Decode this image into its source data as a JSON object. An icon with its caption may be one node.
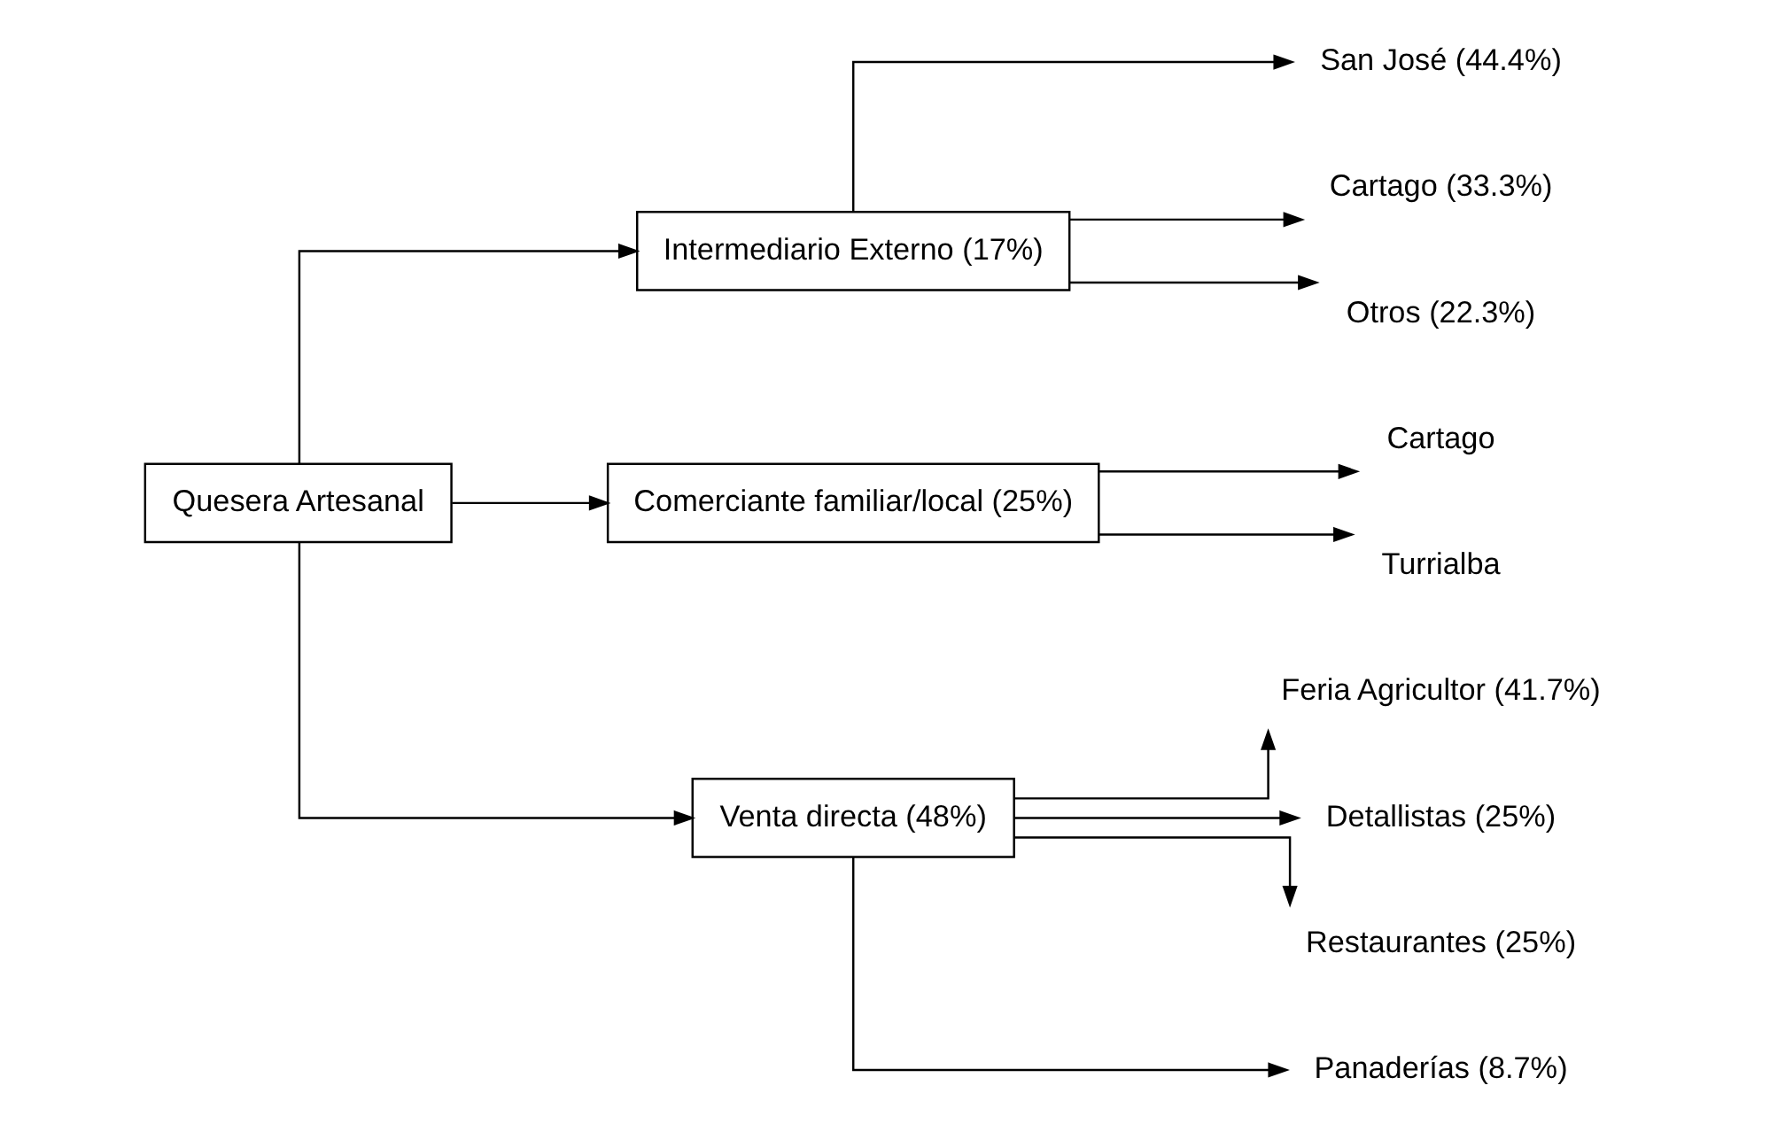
{
  "diagram": {
    "nodes": [
      {
        "text": [
          "Quesera Artesanal"
        ]
      },
      {
        "text": [
          "Intermediario Externo (17%)"
        ]
      },
      {
        "text": [
          "Comerciante familiar/local (25%)"
        ]
      },
      {
        "text": [
          "Venta directa (48%)"
        ]
      },
      {
        "text": [
          "San José (44.4%)"
        ]
      },
      {
        "text": [
          "Cartago (33.3%)"
        ]
      },
      {
        "text": [
          "Otros (22.3%)"
        ]
      },
      {
        "text": [
          "Cartago"
        ]
      },
      {
        "text": [
          "Turrialba"
        ]
      },
      {
        "text": [
          "Feria Agricultor (41.7%)"
        ]
      },
      {
        "text": [
          "Detallistas (25%)"
        ]
      },
      {
        "text": [
          "Restaurantes (25%)"
        ]
      },
      {
        "text": [
          "Panaderías (8.7%)"
        ]
      }
    ],
    "edges": [
      {
        "from": 0,
        "to": 1,
        "arrow": "to"
      },
      {
        "from": 0,
        "to": 2,
        "arrow": "to"
      },
      {
        "from": 0,
        "to": 3,
        "arrow": "to"
      },
      {
        "from": 1,
        "to": 4,
        "arrow": "to"
      },
      {
        "from": 1,
        "to": 5,
        "arrow": "to"
      },
      {
        "from": 1,
        "to": 6,
        "arrow": "to"
      },
      {
        "from": 2,
        "to": 7,
        "arrow": "to"
      },
      {
        "from": 2,
        "to": 8,
        "arrow": "to"
      },
      {
        "from": 3,
        "to": 9,
        "arrow": "to"
      },
      {
        "from": 3,
        "to": 10,
        "arrow": "to"
      },
      {
        "from": 3,
        "to": 11,
        "arrow": "to"
      },
      {
        "from": 3,
        "to": 12,
        "arrow": "to"
      }
    ]
  }
}
